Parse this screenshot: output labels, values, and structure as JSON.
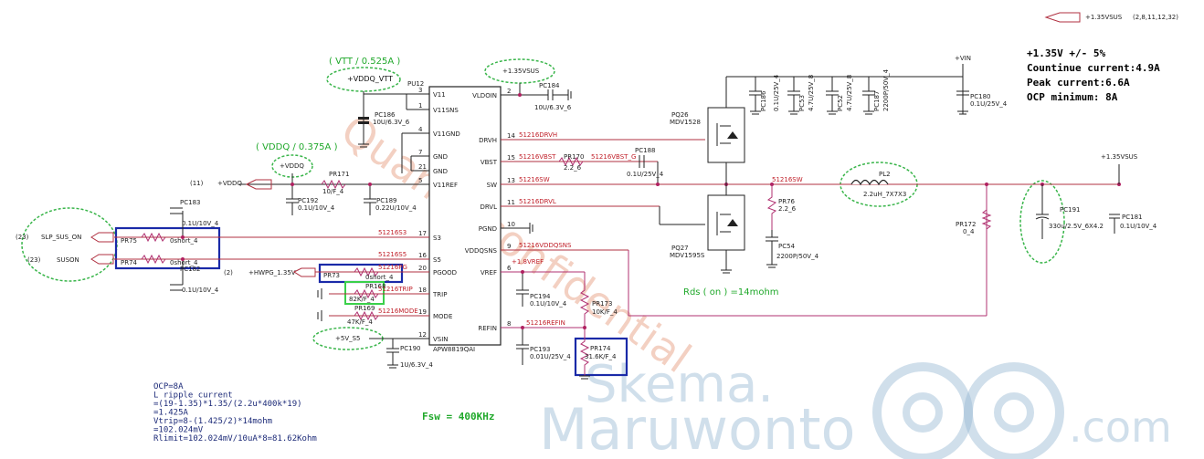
{
  "header": {
    "net_tag": "+1.35VSUS",
    "ref": "(2,8,11,12,32)"
  },
  "spec": {
    "line1": "+1.35V +/- 5%",
    "line2": "Countinue current:4.9A",
    "line3": "Peak current:6.6A",
    "line4": "OCP minimum: 8A"
  },
  "ic": {
    "ref": "PU12",
    "part": "APW8819QAI",
    "left_pins": [
      {
        "num": "3",
        "name": "V11"
      },
      {
        "num": "1",
        "name": "V11SNS"
      },
      {
        "num": "4",
        "name": "V11GND"
      },
      {
        "num": "7",
        "name": "GND"
      },
      {
        "num": "21",
        "name": "GND"
      },
      {
        "num": "5",
        "name": "V11REF"
      },
      {
        "num": "17",
        "name": "S3"
      },
      {
        "num": "16",
        "name": "S5"
      },
      {
        "num": "20",
        "name": "PGOOD"
      },
      {
        "num": "18",
        "name": "TRIP"
      },
      {
        "num": "19",
        "name": "MODE"
      },
      {
        "num": "12",
        "name": "VSIN"
      }
    ],
    "right_pins": [
      {
        "num": "2",
        "name": "VLDOIN"
      },
      {
        "num": "14",
        "name": "DRVH"
      },
      {
        "num": "15",
        "name": "VBST"
      },
      {
        "num": "13",
        "name": "SW"
      },
      {
        "num": "11",
        "name": "DRVL"
      },
      {
        "num": "10",
        "name": "PGND"
      },
      {
        "num": "9",
        "name": "VDDQSNS"
      },
      {
        "num": "6",
        "name": "VREF"
      },
      {
        "num": "8",
        "name": "REFIN"
      }
    ]
  },
  "nets": {
    "drvh": "51216DRVH",
    "vbst": "51216VBST",
    "vbst_g": "51216VBST_G",
    "sw": "51216SW",
    "sw2": "51216SW",
    "drvl": "51216DRVL",
    "s3": "51216S3",
    "s5": "51216S5",
    "pg": "51216PG",
    "trip": "51216TRIP",
    "mode": "51216MODE",
    "vddqsns": "51216VDDQSNS",
    "vref": "+1.8VREF",
    "refin": "51216REFIN"
  },
  "labels": {
    "vtt_note": "( VTT / 0.525A )",
    "vddq_note": "( VDDQ / 0.375A )",
    "vddq_vtt": "+VDDQ_VTT",
    "vddq": "+VDDQ",
    "vddq_in": "+VDDQ",
    "ref11": "(11)",
    "vsus_top": "+1.35VSUS",
    "vsus_right": "+1.35VSUS",
    "vin": "+VIN",
    "slp_ref": "(23)",
    "slp": "SLP_SUS_ON",
    "suson_ref": "(23)",
    "suson": "SUSON",
    "ref2": "(2)",
    "hwpg": "+HWPG_1.35V",
    "v5": "+5V_S5",
    "rds": "Rds ( on ) =14mohm",
    "fsw": "Fsw = 400KHz"
  },
  "components": {
    "pc186": {
      "ref": "PC186",
      "val": "10U/6.3V_6"
    },
    "pc184": {
      "ref": "PC184",
      "val": "10U/6.3V_6"
    },
    "pc192": {
      "ref": "PC192",
      "val": "0.1U/10V_4"
    },
    "pr171": {
      "ref": "PR171",
      "val": "10/F_4"
    },
    "pc189": {
      "ref": "PC189",
      "val": "0.22U/10V_4"
    },
    "pc183": {
      "ref": "PC183",
      "val": "0.1U/10V_4"
    },
    "pr75": {
      "ref": "PR75",
      "val": "0short_4"
    },
    "pr74": {
      "ref": "PR74",
      "val": "0short_4"
    },
    "pc182": {
      "ref": "PC182",
      "val": "0.1U/10V_4"
    },
    "pr73": {
      "ref": "PR73",
      "val": "0short_4"
    },
    "pr168": {
      "ref": "PR168",
      "val": "82K/F_4"
    },
    "pr169": {
      "ref": "PR169",
      "val": "47K/F_4"
    },
    "pc190": {
      "ref": "PC190",
      "val": "1U/6.3V_4"
    },
    "pr170": {
      "ref": "PR170",
      "val": "2.2_6"
    },
    "pc188": {
      "ref": "PC188",
      "val": "0.1U/25V_4"
    },
    "pc194": {
      "ref": "PC194",
      "val": "0.1U/10V_4"
    },
    "pc193": {
      "ref": "PC193",
      "val": "0.01U/25V_4"
    },
    "pr173": {
      "ref": "PR173",
      "val": "10K/F_4"
    },
    "pr174": {
      "ref": "PR174",
      "val": "31.6K/F_4"
    },
    "pq26": {
      "ref": "PQ26",
      "val": "MDV1528"
    },
    "pq27": {
      "ref": "PQ27",
      "val": "MDV1595S"
    },
    "pc186b": {
      "ref": "PC186",
      "val": "0.1U/25V_4"
    },
    "pc53": {
      "ref": "PC53",
      "val": "4.7U/25V_8"
    },
    "pc52": {
      "ref": "PC52",
      "val": "4.7U/25V_8"
    },
    "pc187": {
      "ref": "PC187",
      "val": "2200P/50V_4"
    },
    "pc180": {
      "ref": "PC180",
      "val": "0.1U/25V_4"
    },
    "pr76": {
      "ref": "PR76",
      "val": "2.2_6"
    },
    "pc54": {
      "ref": "PC54",
      "val": "2200P/50V_4"
    },
    "pl2": {
      "ref": "PL2",
      "val": "2.2uH_7X7X3"
    },
    "pr172": {
      "ref": "PR172",
      "val": "0_4"
    },
    "pc191": {
      "ref": "PC191",
      "val": "330u/2.5V_6X4.2"
    },
    "pc181": {
      "ref": "PC181",
      "val": "0.1U/10V_4"
    }
  },
  "calc": [
    "OCP=8A",
    "L ripple current",
    "=(19-1.35)*1.35/(2.2u*400k*19)",
    "=1.425A",
    "Vtrip=8-(1.425/2)*14mohm",
    "=102.024mV",
    "Rlimit=102.024mV/10uA*8=81.62Kohm"
  ],
  "watermark": {
    "quanta": "Quanta confidential",
    "skema1": "Skema.",
    "skema2": "Maruwonto",
    "skema3": ".com"
  }
}
